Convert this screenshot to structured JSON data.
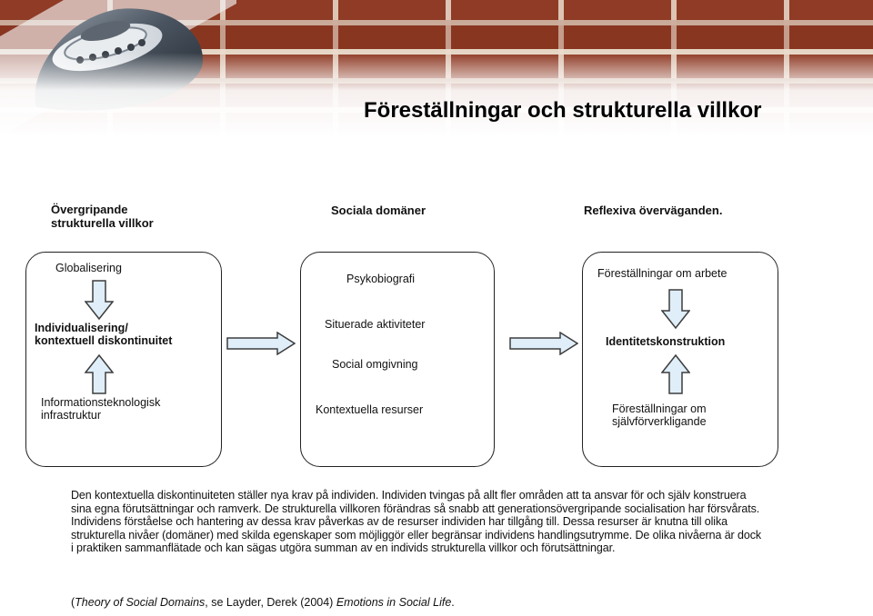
{
  "header": {
    "title": "Föreställningar och strukturella villkor"
  },
  "columns": [
    {
      "heading": [
        "Övergripande",
        "strukturella villkor"
      ],
      "top_label": "Globalisering",
      "middle_label": [
        "Individualisering/",
        "kontextuell diskontinuitet"
      ],
      "bottom_label": [
        "Informationsteknologisk",
        "infrastruktur"
      ]
    },
    {
      "heading": [
        "Sociala domäner"
      ],
      "items": [
        "Psykobiografi",
        "Situerade aktiviteter",
        "Social omgivning",
        "Kontextuella resurser"
      ]
    },
    {
      "heading": [
        "Reflexiva överväganden."
      ],
      "top_label": "Föreställningar om arbete",
      "middle_label": "Identitetskonstruktion",
      "bottom_label": [
        "Föreställningar om",
        "självförverkligande"
      ]
    }
  ],
  "description": "Den kontextuella diskontinuiteten ställer nya krav på individen. Individen tvingas på allt fler områden att ta ansvar för och själv konstruera sina egna förutsättningar och ramverk. De strukturella villkoren förändras så snabb att generationsövergripande socialisation har försvårats. Individens förståelse och hantering av dessa krav påverkas av de resurser individen har tillgång till. Dessa resurser är knutna till olika strukturella nivåer (domäner) med skilda egenskaper som möjliggör eller begränsar individens handlingsutrymme. De olika nivåerna är dock i praktiken sammanflätade och kan sägas utgöra summan av en individs strukturella villkor och förutsättningar.",
  "reference": {
    "open": "(",
    "theory": "Theory of Social Domains",
    "mid": ", se Layder, Derek (2004) ",
    "book": "Emotions in Social Life",
    "close": "."
  },
  "colors": {
    "arrow_fill": "#dfeef8",
    "arrow_stroke": "#3d3d3d",
    "brick": "#8f3b25",
    "mortar": "#e6d6c5"
  },
  "icons": [
    "desk-lamp-icon",
    "arrow-down-icon",
    "arrow-up-icon",
    "arrow-right-icon"
  ]
}
